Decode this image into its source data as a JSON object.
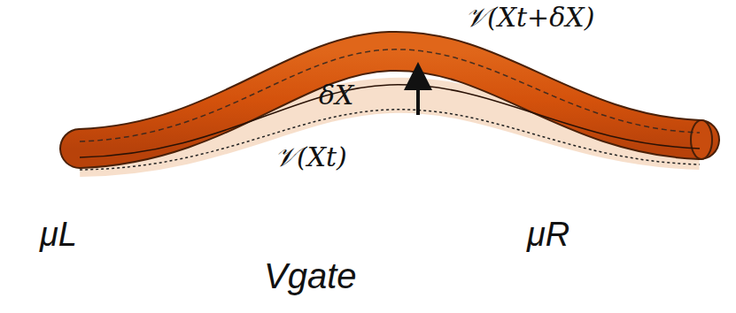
{
  "diagram": {
    "nodes": [
      {
        "text": [
          "μL"
        ]
      },
      {
        "text": [
          "μR"
        ]
      },
      {
        "text": [
          "Vgate"
        ]
      }
    ],
    "labels": [
      "𝒱(Xt+δX)",
      "δX",
      "𝒱(Xt)"
    ]
  }
}
